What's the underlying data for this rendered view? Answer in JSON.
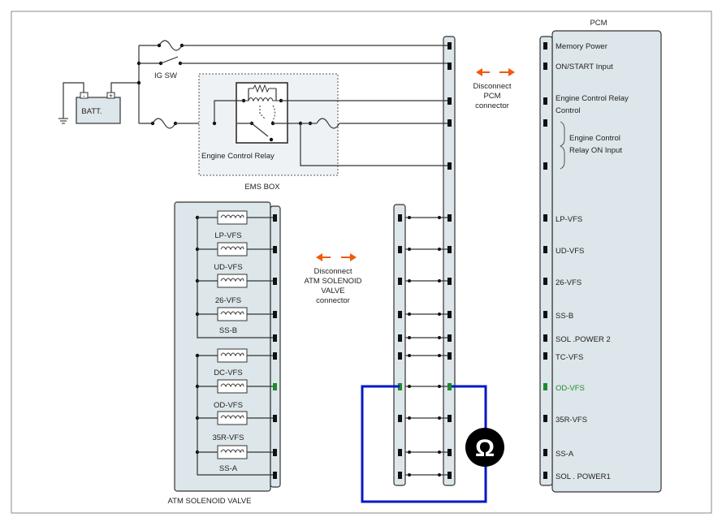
{
  "pcm": {
    "title": "PCM",
    "pins": [
      "Memory Power",
      "ON/START Input",
      "Engine Control Relay",
      "Control",
      "Engine Control",
      "Relay ON Input",
      "LP-VFS",
      "UD-VFS",
      "26-VFS",
      "SS-B",
      "SOL .POWER 2",
      "TC-VFS",
      "OD-VFS",
      "35R-VFS",
      "SS-A",
      "SOL . POWER1"
    ]
  },
  "pcm_connector_note": [
    "Disconnect",
    "PCM",
    "connector"
  ],
  "atm_connector_note": [
    "Disconnect",
    "ATM SOLENOID",
    "VALVE",
    "connector"
  ],
  "battery_label": "BATT.",
  "ig_sw_label": "IG SW",
  "relay_label": "Engine Control Relay",
  "ems_box_label": "EMS BOX",
  "atm_valve_label": "ATM SOLENOID VALVE",
  "solenoids": [
    "LP-VFS",
    "UD-VFS",
    "26-VFS",
    "SS-B",
    "DC-VFS",
    "OD-VFS",
    "35R-VFS",
    "SS-A"
  ],
  "ohmmeter_symbol": "Ω",
  "colors": {
    "highlight_green": "#1e8a2e",
    "meter_blue": "#0018c8",
    "arrow_orange": "#f05a0a",
    "panel_fill": "#dde6ea"
  }
}
